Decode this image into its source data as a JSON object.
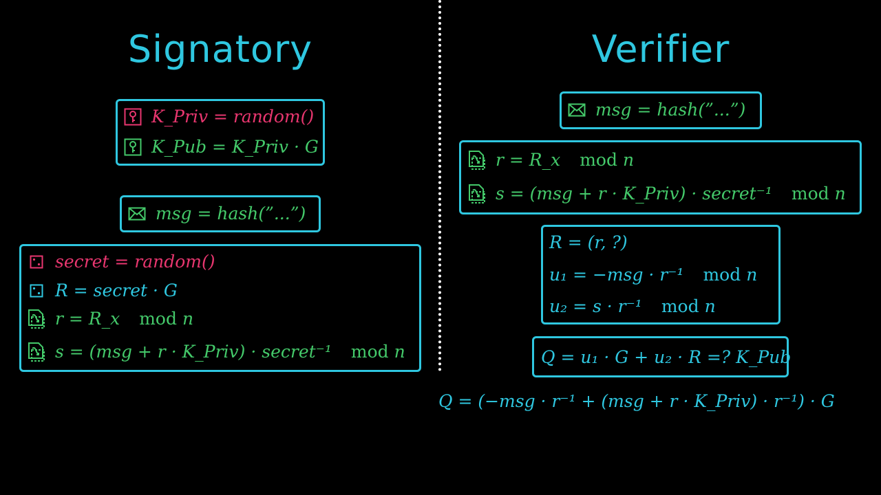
{
  "colors": {
    "cyan": "#2fc7e0",
    "green": "#44c96a",
    "red": "#e8366f",
    "divider": "#ffffff"
  },
  "icons": {
    "key": "key-icon",
    "mail": "envelope-icon",
    "dice": "dice-icon",
    "signature": "signature-icon"
  },
  "signatory": {
    "title": "Signatory",
    "keys": {
      "priv": "K_Priv = random()",
      "pub": "K_Pub = K_Priv · G"
    },
    "msg": "msg = hash(”...”)",
    "steps": {
      "secret": "secret = random()",
      "R": "R = secret · G",
      "r": "r = R_x",
      "s": "s = (msg + r · K_Priv) · secret⁻¹",
      "mod_label": "mod",
      "mod_n": "n"
    }
  },
  "verifier": {
    "title": "Verifier",
    "msg": "msg = hash(”...”)",
    "sig": {
      "r": "r = R_x",
      "s": "s = (msg + r · K_Priv) · secret⁻¹",
      "mod_label": "mod",
      "mod_n": "n"
    },
    "u": {
      "R": "R = (r, ?)",
      "u1": "u₁ = −msg · r⁻¹",
      "u2": "u₂ = s · r⁻¹",
      "mod_label": "mod",
      "mod_n": "n"
    },
    "check": "Q = u₁ · G + u₂ · R =? K_Pub",
    "expansion": "Q = (−msg · r⁻¹ + (msg + r · K_Priv) · r⁻¹) · G"
  }
}
